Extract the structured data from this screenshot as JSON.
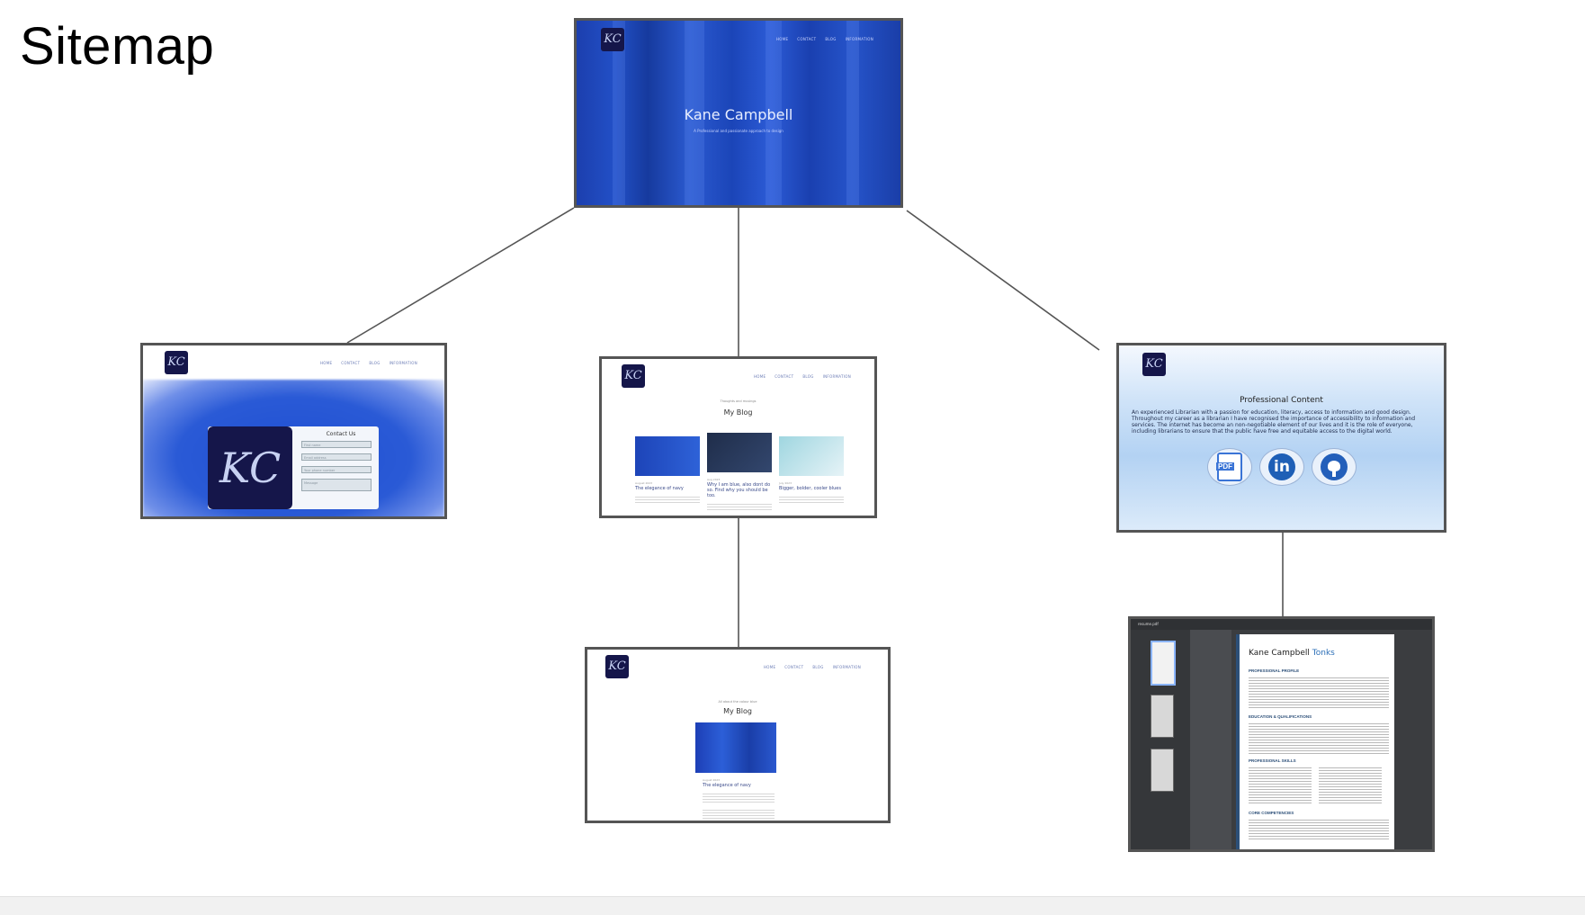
{
  "page": {
    "title": "Sitemap"
  },
  "site": {
    "logo_text": "KC",
    "nav": [
      "HOME",
      "CONTACT",
      "BLOG",
      "INFORMATION"
    ]
  },
  "home": {
    "name": "Kane Campbell",
    "tagline": "A Professional and passionate approach to design"
  },
  "contact": {
    "heading": "Contact Us",
    "fields": [
      "First name",
      "Email address",
      "Your phone number",
      "Message"
    ]
  },
  "blog": {
    "subtitle": "Thoughts and musings",
    "title": "My Blog",
    "posts": [
      {
        "meta": "August 2023",
        "title": "The elegance of navy",
        "color_a": "#1d44b8",
        "color_b": "#2e62d8"
      },
      {
        "meta": "Aug 2023",
        "title": "Why I am blue, also dont do so. Find why you should be too.",
        "color_a": "#1f2d4a",
        "color_b": "#33476e"
      },
      {
        "meta": "July 2023",
        "title": "Bigger, bolder, cooler blues",
        "color_a": "#9fd6e0",
        "color_b": "#e6f3f7"
      }
    ]
  },
  "post": {
    "subtitle": "All about the colour blue",
    "title": "My Blog",
    "meta": "August 2023",
    "post_title": "The elegance of navy"
  },
  "professional": {
    "title": "Professional Content",
    "text": "An experienced Librarian with a passion for education, literacy, access to information and good design. Throughout my career as a librarian I have recognised the importance of accessibility to information and services. The internet has become an non-negotiable element of our lives and it is the role of everyone, including librarians to ensure that the public have free and equitable access to the digital world.",
    "icons": [
      "pdf-icon",
      "linkedin-icon",
      "github-icon"
    ],
    "pdf_label": "PDF",
    "linkedin_label": "in"
  },
  "resume": {
    "filename": "resume.pdf",
    "first_name": "Kane Campbell",
    "last_name": "Tonks",
    "headings": [
      "PROFESSIONAL PROFILE",
      "EDUCATION & QUALIFICATIONS",
      "PROFESSIONAL SKILLS",
      "CORE COMPETENCIES"
    ]
  }
}
